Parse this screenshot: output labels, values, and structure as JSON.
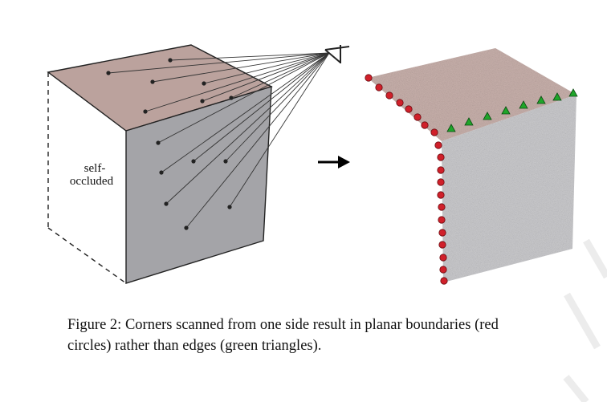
{
  "figure": {
    "label_self": "self-",
    "label_occluded": "occluded"
  },
  "caption": {
    "line1": "Figure 2: Corners scanned from one side result in planar boundaries (red",
    "line2": "circles) rather than edges (green triangles)."
  },
  "colors": {
    "top_face": "#bba29d",
    "side_face": "#a4a4a8",
    "boundary_circle": "#d0202a",
    "edge_triangle": "#1fa52a"
  }
}
